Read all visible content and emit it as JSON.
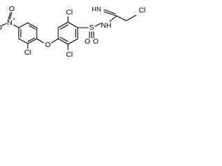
{
  "molecule": {
    "atoms": {
      "nitro_o_top": "O",
      "nitro_n": "N",
      "nitro_n_charge": "+",
      "nitro_o_left": "O",
      "nitro_o_charge": "-",
      "aryl_cl": "Cl",
      "ether_o": "O",
      "cl_upper": "Cl",
      "cl_lower": "Cl",
      "sulfur": "S",
      "sulfonyl_o_left": "O",
      "sulfonyl_o_right": "O",
      "nh": "NH",
      "imine": "HN",
      "chloromethyl_cl": "Cl"
    }
  }
}
